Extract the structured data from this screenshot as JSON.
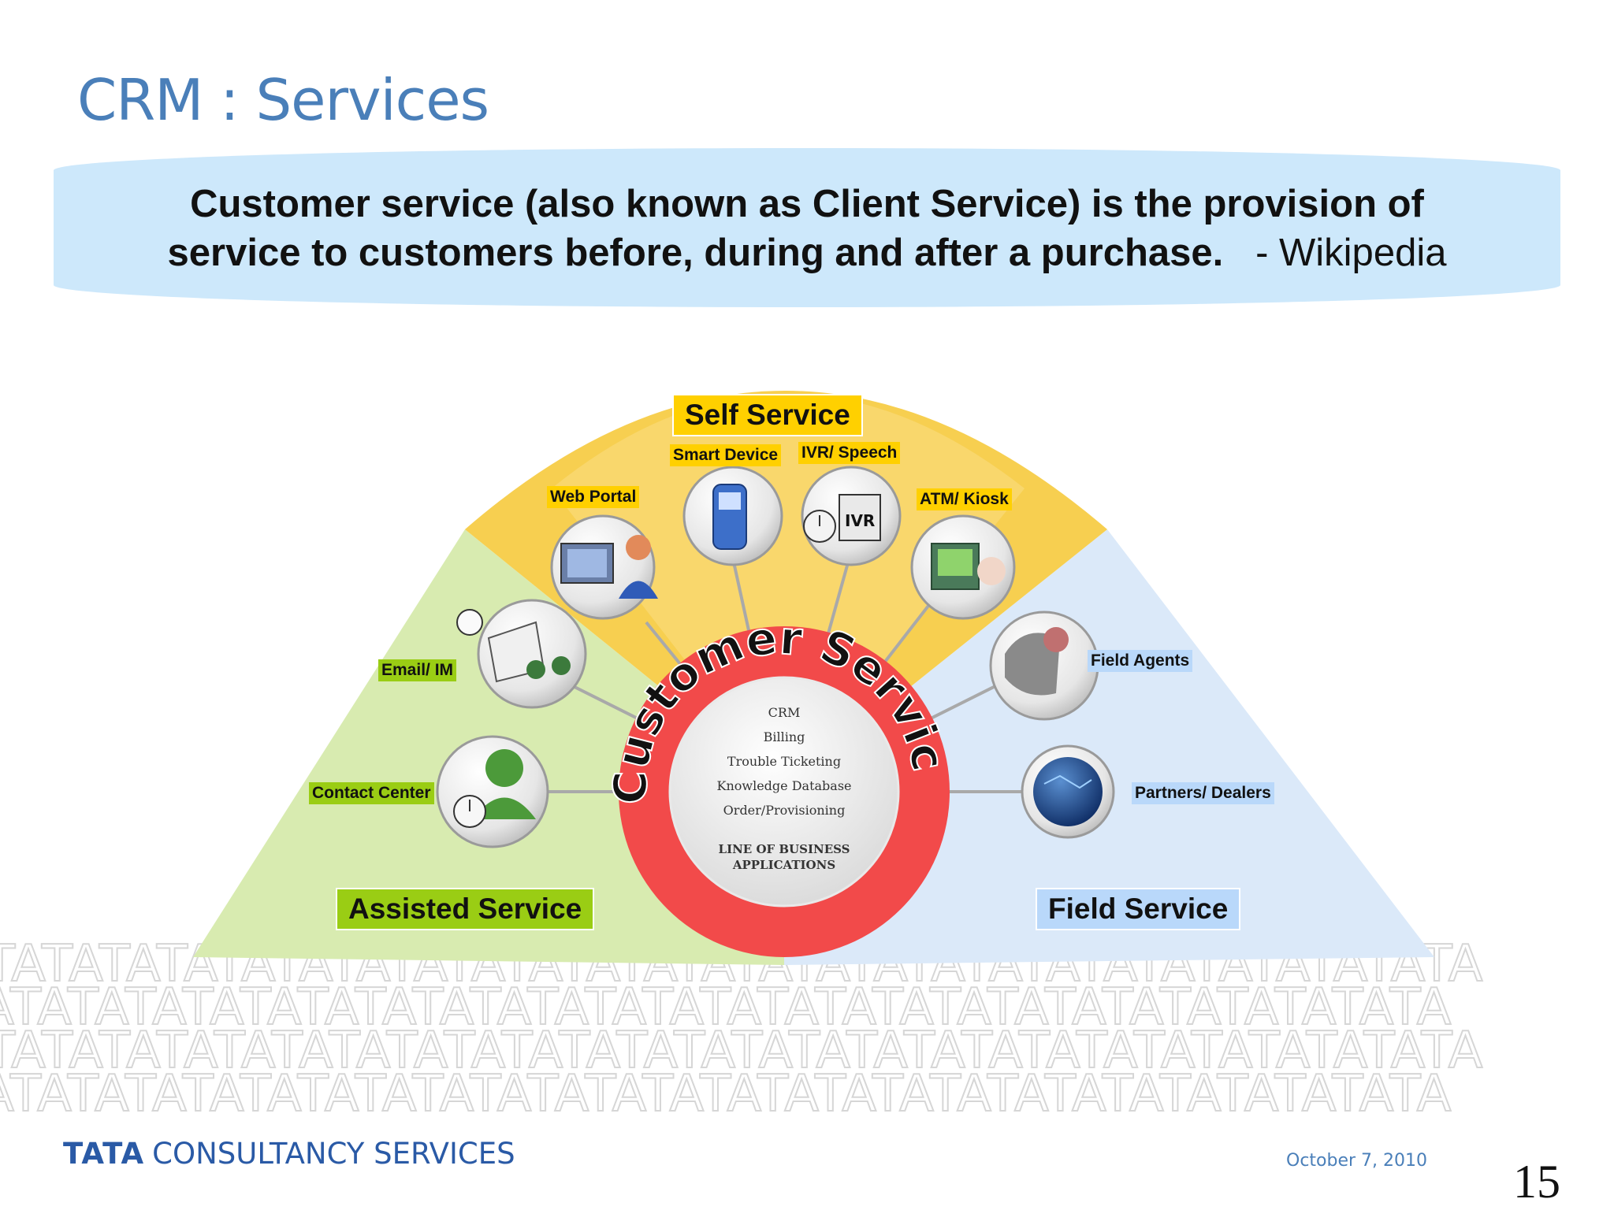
{
  "title": "CRM : Services",
  "quote": {
    "line1": "Customer service (also known as Client Service) is the provision of",
    "line2": "service to customers before, during and after a purchase.",
    "source": "- Wikipedia"
  },
  "diagram": {
    "center_title": "Customer Service",
    "center_items": [
      "CRM",
      "Billing",
      "Trouble Ticketing",
      "Knowledge Database",
      "Order/Provisioning"
    ],
    "center_footer_line1": "LINE OF BUSINESS",
    "center_footer_line2": "APPLICATIONS",
    "sections": {
      "self": "Self Service",
      "assisted": "Assisted Service",
      "field": "Field Service"
    },
    "channels": {
      "web_portal": "Web Portal",
      "smart_device": "Smart Device",
      "ivr_speech": "IVR/ Speech",
      "atm_kiosk": "ATM/ Kiosk",
      "email_im": "Email/ IM",
      "contact_center": "Contact Center",
      "field_agents": "Field Agents",
      "partners_dealers": "Partners/ Dealers"
    },
    "ivr_icon_text": "IVR",
    "colors": {
      "self": "#f7cf50",
      "assisted": "#d8ebb0",
      "field": "#dbe9f9",
      "ring": "#f24a4a"
    }
  },
  "watermark_text": "TATATATATATATATATATATATATATATATATATATATATATATATATATA",
  "footer": {
    "logo_mark": "TATA",
    "logo_text": "CONSULTANCY SERVICES",
    "date": "October 7, 2010",
    "page": "15"
  }
}
